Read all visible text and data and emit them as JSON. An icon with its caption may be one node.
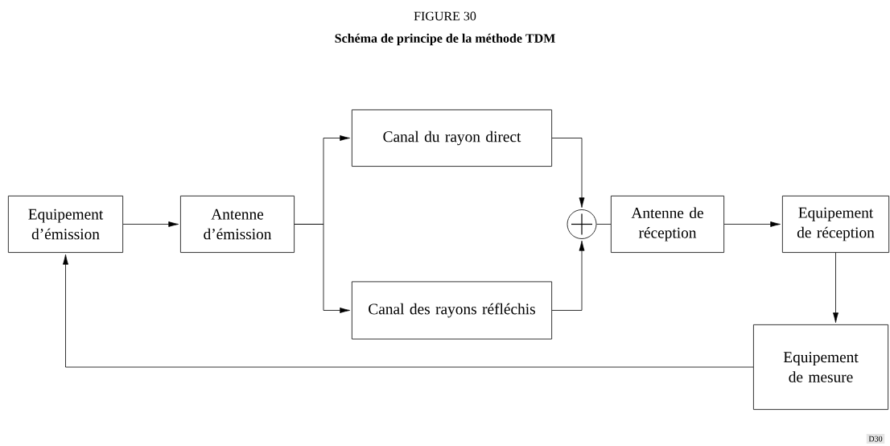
{
  "diagram": {
    "title": "FIGURE 30",
    "caption": "Schéma de principe de la méthode TDM",
    "nodes": [
      {
        "text": [
          "Equipement d’émission"
        ]
      },
      {
        "text": [
          "Antenne d’émission"
        ]
      },
      {
        "text": [
          "Canal du rayon direct"
        ]
      },
      {
        "text": [
          "Canal des rayons réfléchis"
        ]
      },
      {
        "text": [],
        "shape": "circle"
      },
      {
        "text": [
          "Antenne de réception"
        ]
      },
      {
        "text": [
          "Equipement de réception"
        ]
      },
      {
        "text": [
          "Equipement de mesure"
        ]
      }
    ],
    "edges": [
      {
        "from": 0,
        "to": 1,
        "arrow": "to"
      },
      {
        "from": 1,
        "to": 2,
        "arrow": "to"
      },
      {
        "from": 1,
        "to": 3,
        "arrow": "to"
      },
      {
        "from": 2,
        "to": 4,
        "arrow": "to"
      },
      {
        "from": 3,
        "to": 4,
        "arrow": "to"
      },
      {
        "from": 4,
        "to": 5,
        "arrow": "none"
      },
      {
        "from": 5,
        "to": 6,
        "arrow": "to"
      },
      {
        "from": 6,
        "to": 7,
        "arrow": "to"
      },
      {
        "from": 7,
        "to": 0,
        "arrow": "to"
      }
    ],
    "labels": [
      "D30"
    ]
  }
}
